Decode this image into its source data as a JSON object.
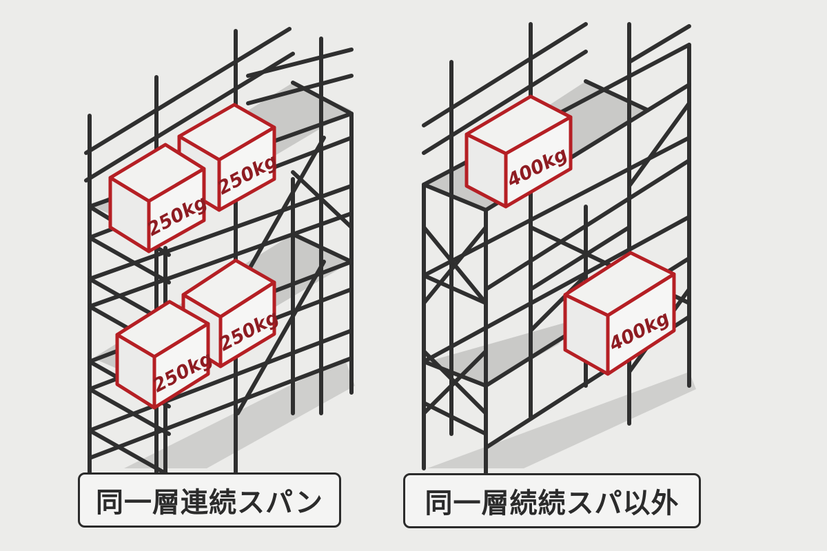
{
  "diagram": {
    "background_color": "#ececea",
    "pipe_color": "#2f2f2f",
    "box_outline_color": "#b51f24",
    "box_text_color": "#8e1c22",
    "left_panel": {
      "label": "同一層連続スパン",
      "loads": [
        {
          "id": "upper-front",
          "text": "250kg"
        },
        {
          "id": "upper-back",
          "text": "250kg"
        },
        {
          "id": "lower-front",
          "text": "250kg"
        },
        {
          "id": "lower-back",
          "text": "250kg"
        }
      ]
    },
    "right_panel": {
      "label": "同一層続続スパ以外",
      "loads": [
        {
          "id": "upper",
          "text": "400kg"
        },
        {
          "id": "lower",
          "text": "400kg"
        }
      ]
    }
  }
}
